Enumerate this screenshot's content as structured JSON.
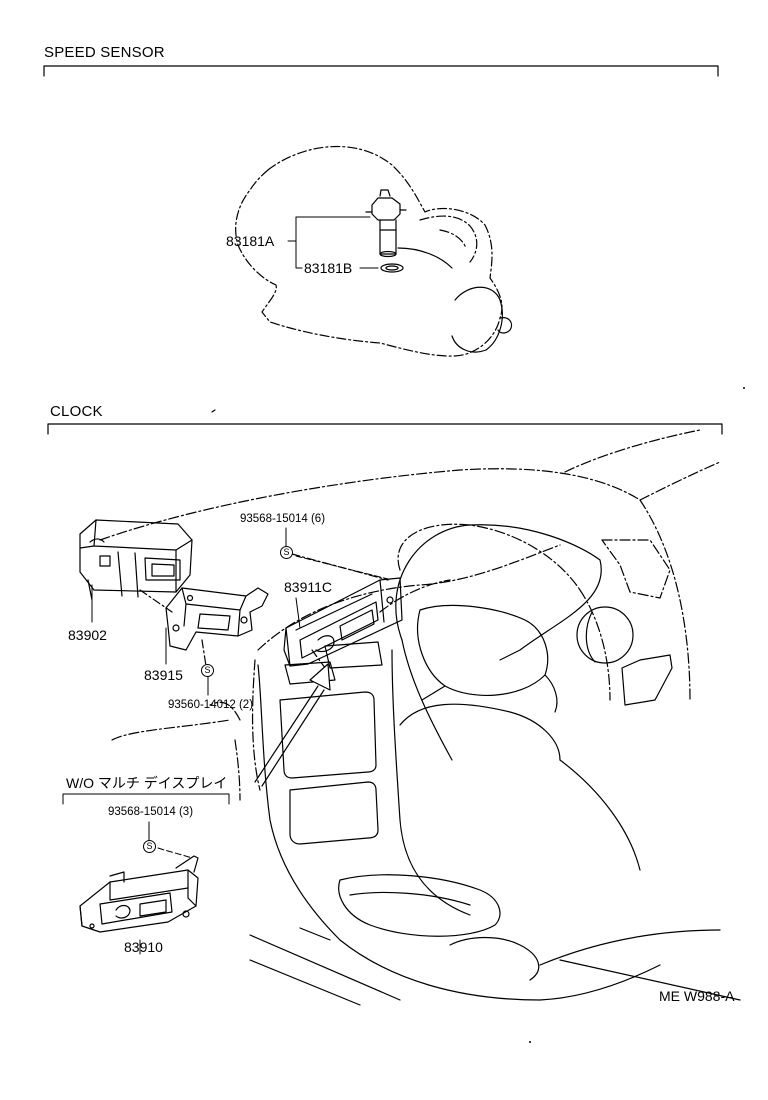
{
  "sections": {
    "speed_sensor": {
      "title": "SPEED SENSOR"
    },
    "clock": {
      "title": "CLOCK"
    }
  },
  "parts": {
    "sensor_assembly": "83181A",
    "sensor_ring": "83181B",
    "clock_housing": "83902",
    "bracket": "83915",
    "bracket_screw": "93560-14012 (2)",
    "clock_multi": "83911C",
    "clock_multi_screw": "93568-15014 (6)",
    "clock_single": "83910",
    "clock_single_screw": "93568-15014 (3)"
  },
  "variant_label": "W/O マルチ デイスプレイ",
  "screw_symbol": "S",
  "diagram_code": "ME W988-A"
}
